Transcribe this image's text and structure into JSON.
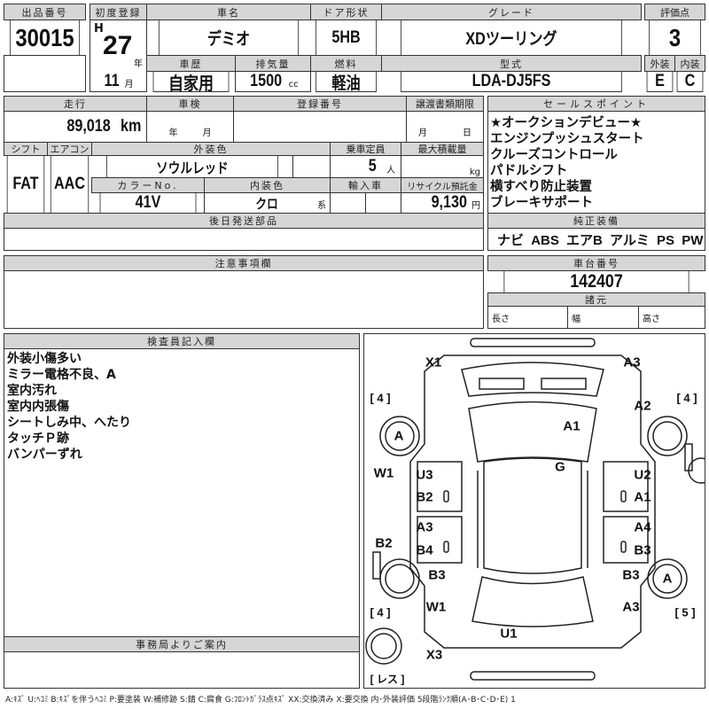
{
  "lot": {
    "label": "出品番号",
    "value": "30015"
  },
  "first_reg": {
    "label": "初度登録",
    "era": "H",
    "year": "27",
    "year_unit": "年",
    "month": "11",
    "month_unit": "月"
  },
  "car_name": {
    "label": "車名",
    "value": "デミオ"
  },
  "door": {
    "label": "ドア形状",
    "value": "5HB"
  },
  "grade": {
    "label": "グレード",
    "value": "XDツーリング"
  },
  "score": {
    "label": "評価点",
    "value": "3",
    "ext_label": "外装",
    "int_label": "内装",
    "ext": "E",
    "int": "C"
  },
  "history": {
    "label": "車歴",
    "value": "自家用"
  },
  "displacement": {
    "label": "排気量",
    "value": "1500",
    "unit": "cc"
  },
  "fuel": {
    "label": "燃料",
    "value": "軽油"
  },
  "model": {
    "label": "型式",
    "value": "LDA-DJ5FS"
  },
  "mileage": {
    "label": "走行",
    "value": "89,018",
    "unit": "km"
  },
  "inspection": {
    "label": "車検",
    "year_unit": "年",
    "month_unit": "月"
  },
  "reg_no": {
    "label": "登録番号"
  },
  "transfer": {
    "label": "譲渡書類期限",
    "month_unit": "月",
    "day_unit": "日"
  },
  "shift": {
    "label": "シフト",
    "value": "FAT"
  },
  "ac": {
    "label": "エアコン",
    "value": "AAC"
  },
  "ext_color": {
    "label": "外装色",
    "value": "ソウルレッド"
  },
  "capacity": {
    "label": "乗車定員",
    "value": "5",
    "unit": "人"
  },
  "max_load": {
    "label": "最大積載量",
    "unit": "kg"
  },
  "color_no": {
    "label": "カラーNo.",
    "value": "41V"
  },
  "int_color": {
    "label": "内装色",
    "value": "クロ",
    "unit": "系"
  },
  "import": {
    "label": "輸入車"
  },
  "recycle": {
    "label": "リサイクル預託金",
    "value": "9,130",
    "unit": "円"
  },
  "later_parts": {
    "label": "後日発送部品"
  },
  "sales_points": {
    "label": "セールスポイント",
    "items": [
      "★オークションデビュー★",
      "エンジンプッシュスタート",
      "クルーズコントロール",
      "パドルシフト",
      "横すべり防止装置",
      "ブレーキサポート"
    ]
  },
  "equipment": {
    "label": "純正装備",
    "value": "ナビ ABS エアB アルミ PS PW"
  },
  "notes": {
    "label": "注意事項欄"
  },
  "chassis": {
    "label": "車台番号",
    "value": "142407"
  },
  "specs": {
    "label": "諸元",
    "length": "長さ",
    "width": "幅",
    "height": "高さ"
  },
  "inspector": {
    "label": "検査員記入欄",
    "items": [
      "外装小傷多い",
      "ミラー電格不良、A",
      "室内汚れ",
      "室内内張傷",
      "シートしみ中、へたり",
      "タッチＰ跡",
      "バンパーずれ"
    ]
  },
  "office": {
    "label": "事務局よりご案内"
  },
  "diagram_marks": [
    "X1",
    "A3",
    "[ 4 ]",
    "[ 4 ]",
    "A2",
    "A",
    "A1",
    "W1",
    "U3",
    "G",
    "U2",
    "B2",
    "A1",
    "B2",
    "A3",
    "A4",
    "B4",
    "B3",
    "B3",
    "B3",
    "A",
    "[ 4 ]",
    "W1",
    "A3",
    "[ 5 ]",
    "U1",
    "X3",
    "[ レス ]"
  ],
  "legend": "A:ｷｽﾞ U:ﾍｺﾐ B:ｷｽﾞを伴うﾍｺﾐ P:要塗装 W:補修跡 S:錆 C:腐食 G:ﾌﾛﾝﾄｶﾞﾗｽ点ｷｽﾞ XX:交換済み X:要交換 内･外装評価 5段階ﾗﾝｸ順(A･B･C･D･E) 1"
}
